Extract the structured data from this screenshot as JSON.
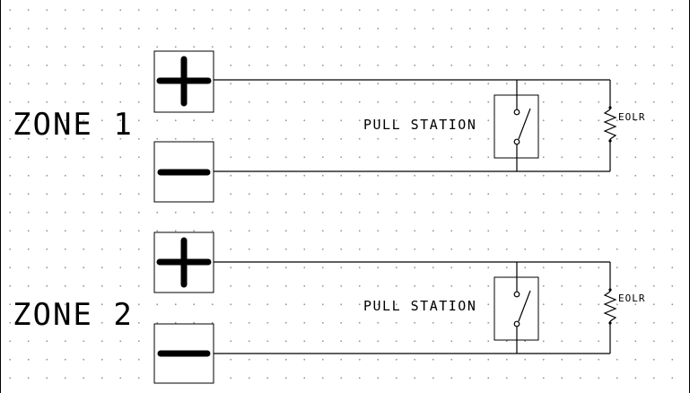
{
  "zones": [
    {
      "label": "ZONE 1",
      "device_label": "PULL STATION",
      "resistor_label": "EOLR"
    },
    {
      "label": "ZONE 2",
      "device_label": "PULL STATION",
      "resistor_label": "EOLR"
    }
  ],
  "terminal_icons": [
    "plus-icon",
    "minus-icon"
  ],
  "colors": {
    "line": "#000000",
    "grid_dot": "#9a9a9a",
    "background": "#ffffff"
  }
}
